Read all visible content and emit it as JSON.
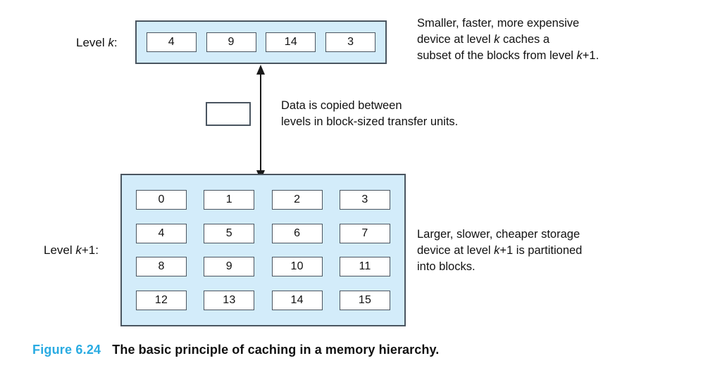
{
  "figure": {
    "caption_number": "Figure 6.24",
    "caption_text": "The basic principle of caching in a memory hierarchy.",
    "caption_number_color": "#29abe2",
    "panel_fill_color": "#d3ecfa",
    "panel_border_color": "#4a5560",
    "block_fill_color": "#ffffff",
    "background_color": "#ffffff"
  },
  "level_k": {
    "label_prefix": "Level ",
    "label_variable": "k",
    "label_suffix": ":",
    "blocks": [
      "4",
      "9",
      "14",
      "3"
    ]
  },
  "level_k_plus_1": {
    "label_prefix": "Level ",
    "label_variable": "k",
    "label_suffix": "+1:",
    "rows": [
      [
        "0",
        "1",
        "2",
        "3"
      ],
      [
        "4",
        "5",
        "6",
        "7"
      ],
      [
        "8",
        "9",
        "10",
        "11"
      ],
      [
        "12",
        "13",
        "14",
        "15"
      ]
    ]
  },
  "transfer": {
    "block_value": "",
    "arrow_name": "double-headed-vertical-arrow"
  },
  "annotations": {
    "top": {
      "line1": "Smaller, faster, more expensive",
      "line2_a": "device at level ",
      "line2_var": "k",
      "line2_b": " caches a",
      "line3_a": "subset of the blocks from level ",
      "line3_var": "k",
      "line3_b": "+1."
    },
    "middle": {
      "line1": "Data is copied between",
      "line2": "levels in block-sized transfer units."
    },
    "bottom": {
      "line1": "Larger, slower, cheaper storage",
      "line2_a": "device at level ",
      "line2_var": "k",
      "line2_b": "+1 is partitioned",
      "line3": "into blocks."
    }
  }
}
